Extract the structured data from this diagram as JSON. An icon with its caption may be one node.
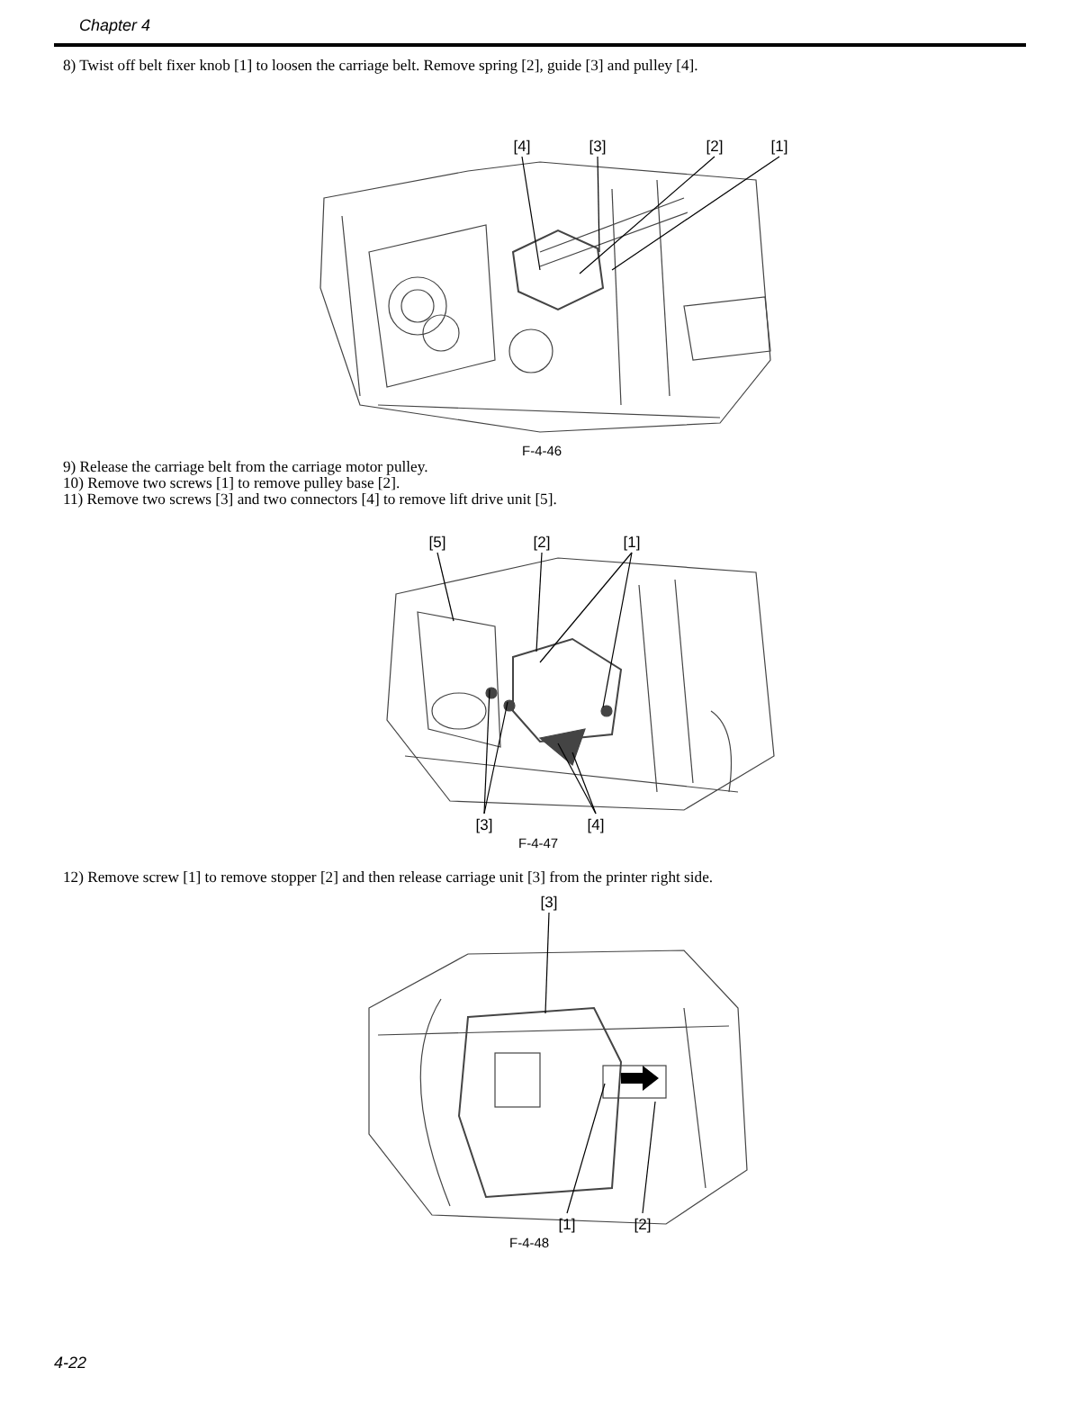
{
  "diagram": {
    "nodes": [
      {
        "text": [
          "[4]"
        ]
      },
      {
        "text": [
          "[3]"
        ]
      },
      {
        "text": [
          "[2]"
        ]
      },
      {
        "text": [
          "[1]"
        ]
      },
      {
        "text": [
          "[5]"
        ]
      },
      {
        "text": [
          "[2]"
        ]
      },
      {
        "text": [
          "[1]"
        ]
      },
      {
        "text": [
          "[3]"
        ]
      },
      {
        "text": [
          "[4]"
        ]
      },
      {
        "text": [
          "[3]"
        ]
      },
      {
        "text": [
          "[1]"
        ]
      },
      {
        "text": [
          "[2]"
        ]
      }
    ],
    "edges": [
      {
        "from": 0,
        "to": null,
        "arrow": "none"
      },
      {
        "from": 1,
        "to": null,
        "arrow": "none"
      },
      {
        "from": 2,
        "to": null,
        "arrow": "none"
      },
      {
        "from": 3,
        "to": null,
        "arrow": "none"
      },
      {
        "from": 4,
        "to": null,
        "arrow": "none"
      },
      {
        "from": 5,
        "to": null,
        "arrow": "none"
      },
      {
        "from": 6,
        "to": null,
        "arrow": "none"
      },
      {
        "from": 6,
        "to": null,
        "arrow": "none"
      },
      {
        "from": 7,
        "to": null,
        "arrow": "none"
      },
      {
        "from": 7,
        "to": null,
        "arrow": "none"
      },
      {
        "from": 8,
        "to": null,
        "arrow": "none"
      },
      {
        "from": 8,
        "to": null,
        "arrow": "none"
      },
      {
        "from": 9,
        "to": null,
        "arrow": "none"
      },
      {
        "from": 10,
        "to": null,
        "arrow": "none"
      },
      {
        "from": 11,
        "to": null,
        "arrow": "none"
      }
    ],
    "labels": [
      "Chapter 4",
      "8) Twist off belt fixer knob [1] to loosen the carriage belt. Remove spring [2], guide [3] and pulley [4].",
      "F-4-46",
      "9) Release the carriage belt from the carriage motor pulley.",
      "10) Remove two screws [1] to remove pulley base [2].",
      "11) Remove two screws [3] and two connectors [4] to remove lift drive unit [5].",
      "F-4-47",
      "12) Remove screw [1] to remove stopper [2] and then release carriage unit [3] from the printer right side.",
      "F-4-48",
      "4-22"
    ]
  }
}
